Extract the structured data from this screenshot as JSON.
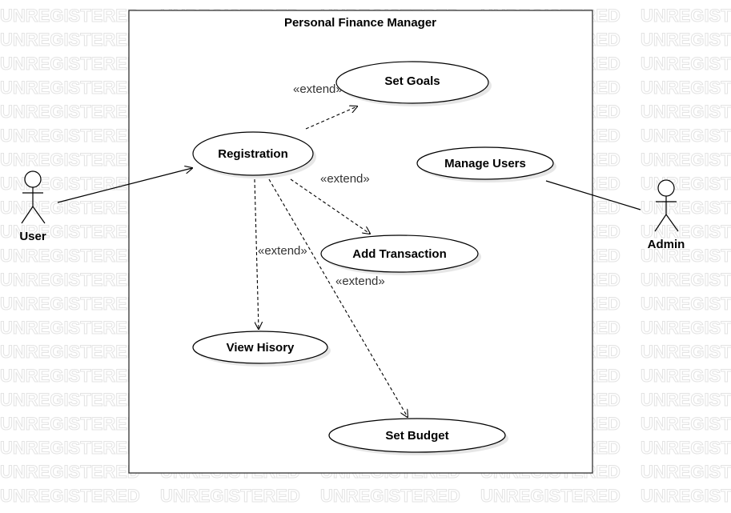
{
  "watermark": "UNREGISTERED",
  "system": {
    "title": "Personal Finance Manager"
  },
  "actors": {
    "user": "User",
    "admin": "Admin"
  },
  "use_cases": {
    "set_goals": "Set Goals",
    "registration": "Registration",
    "manage_users": "Manage Users",
    "add_transaction": "Add Transaction",
    "view_history": "View Hisory",
    "set_budget": "Set Budget"
  },
  "relations": {
    "extend_set_goals": "«extend»",
    "extend_add_transaction": "«extend»",
    "extend_view_history": "«extend»",
    "extend_set_budget": "«extend»"
  }
}
